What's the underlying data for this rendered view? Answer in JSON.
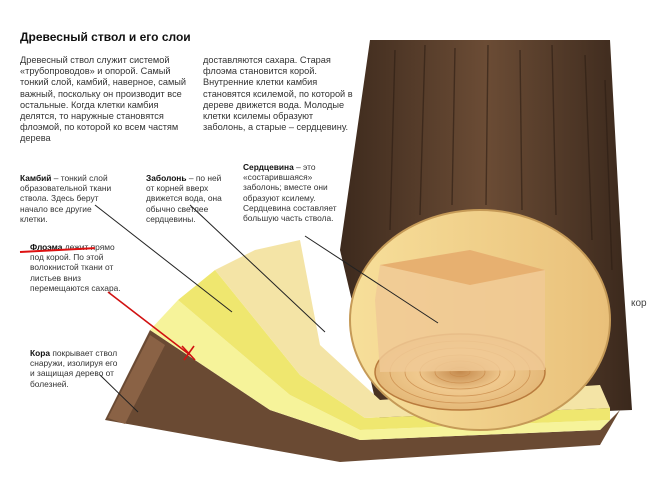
{
  "title": "Древесный ствол и его слои",
  "intro": {
    "left": "Древесный ствол служит системой «трубопроводов» и опорой. Самый тонкий слой, камбий, наверное, самый важный, поскольку он производит все остальные. Когда клетки камбия делятся, то наружные становятся флоэмой, по которой ко всем частям дерева",
    "right": "доставляются сахара. Старая флоэма становится корой. Внутренние клетки камбия становятся ксилемой, по которой в дереве движется вода. Молодые клетки ксилемы образуют заболонь, а старые – сердцевину."
  },
  "labels": {
    "cambium": {
      "term": "Камбий",
      "text": " – тонкий слой образовательной ткани ствола. Здесь берут начало все другие клетки."
    },
    "sapwood": {
      "term": "Заболонь",
      "text": " – по ней от корней вверх движется вода, она обычно светлее сердцевины."
    },
    "heartwood": {
      "term": "Сердцевина",
      "text": " – это «состарившаяся» заболонь; вместе они образуют ксилему. Сердцевина составляет большую часть ствола."
    },
    "phloem": {
      "term": "Флоэма",
      "text": " лежит прямо под корой. По этой волокнистой ткани от листьев вниз перемещаются сахара."
    },
    "bark": {
      "term": "Кора",
      "text": " покрывает ствол снаружи, изолируя его и защищая дерево от болезней."
    }
  },
  "side_word": "кор",
  "colors": {
    "bark_dark": "#5a3f2c",
    "bark_light": "#8a6a50",
    "phloem": "#f6f39a",
    "cambium": "#f4ef8a",
    "sapwood": "#f3e7a6",
    "heartwood": "#efc98d",
    "rings": "#c98a4a",
    "annotation_red": "#d11111"
  }
}
